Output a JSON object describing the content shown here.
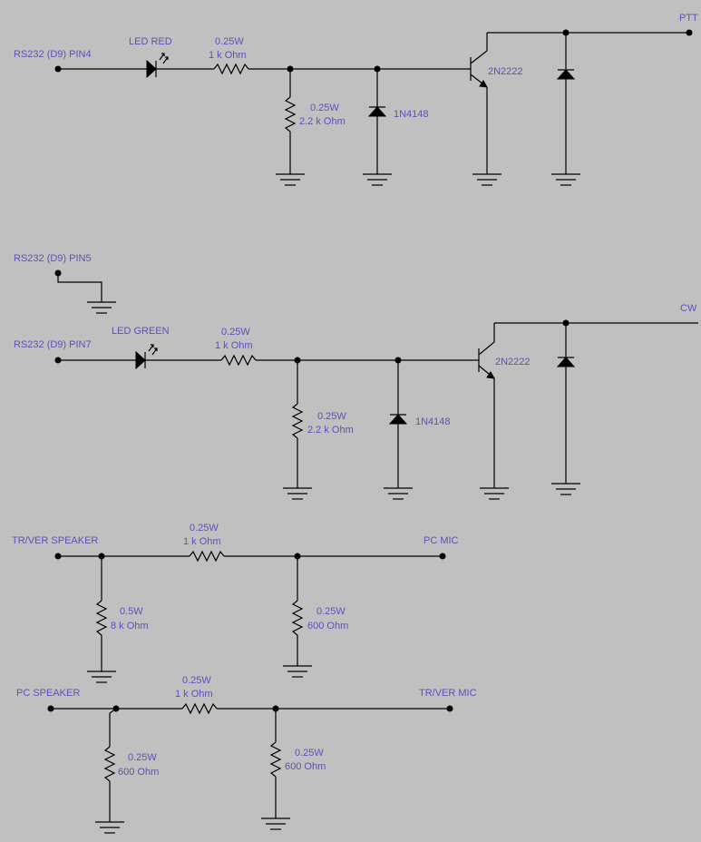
{
  "colors": {
    "background": "#c0c0c0",
    "label": "#5a52b8",
    "wire": "#000000"
  },
  "circuit1": {
    "input": "RS232 (D9) PIN4",
    "led": "LED RED",
    "r1_power": "0.25W",
    "r1_value": "1 k Ohm",
    "r2_power": "0.25W",
    "r2_value": "2.2 k Ohm",
    "diode": "1N4148",
    "transistor": "2N2222",
    "output": "PTT"
  },
  "ground_pin": {
    "input": "RS232 (D9) PIN5"
  },
  "circuit2": {
    "input": "RS232 (D9) PIN7",
    "led": "LED GREEN",
    "r1_power": "0.25W",
    "r1_value": "1 k Ohm",
    "r2_power": "0.25W",
    "r2_value": "2.2 k Ohm",
    "diode": "1N4148",
    "transistor": "2N2222",
    "output": "CW"
  },
  "circuit3": {
    "input": "TR/VER SPEAKER",
    "output": "PC MIC",
    "r_series_power": "0.25W",
    "r_series_value": "1 k Ohm",
    "r_in_power": "0.5W",
    "r_in_value": "8 k Ohm",
    "r_out_power": "0.25W",
    "r_out_value": "600  Ohm"
  },
  "circuit4": {
    "input": "PC SPEAKER",
    "output": "TR/VER MIC",
    "r_series_power": "0.25W",
    "r_series_value": "1 k Ohm",
    "r_in_power": "0.25W",
    "r_in_value": "600  Ohm",
    "r_out_power": "0.25W",
    "r_out_value": "600  Ohm"
  }
}
